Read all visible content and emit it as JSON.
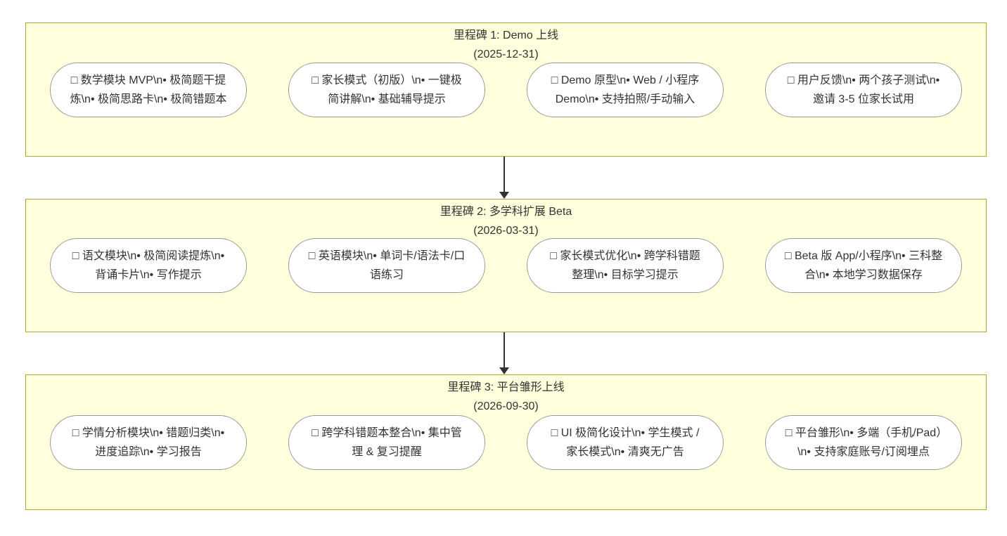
{
  "diagram": {
    "type": "flowchart-milestone-roadmap",
    "colors": {
      "cluster-fill": "#ffffde",
      "cluster-border": "#aaaa33",
      "node-fill": "#ffffff",
      "node-border": "#999999",
      "text": "#333333",
      "arrow": "#333333"
    },
    "milestones": [
      {
        "title": "里程碑 1: Demo 上线",
        "date": "(2025-12-31)",
        "nodes": [
          {
            "text": "□ 数学模块 MVP\\n• 极简题干提炼\\n• 极简思路卡\\n• 极简错题本"
          },
          {
            "text": "□ 家长模式（初版）\\n• 一键极简讲解\\n• 基础辅导提示"
          },
          {
            "text": "□ Demo 原型\\n• Web / 小程序 Demo\\n• 支持拍照/手动输入"
          },
          {
            "text": "□ 用户反馈\\n• 两个孩子测试\\n• 邀请 3-5 位家长试用"
          }
        ]
      },
      {
        "title": "里程碑 2: 多学科扩展 Beta",
        "date": "(2026-03-31)",
        "nodes": [
          {
            "text": "□ 语文模块\\n• 极简阅读提炼\\n• 背诵卡片\\n• 写作提示"
          },
          {
            "text": "□ 英语模块\\n• 单词卡/语法卡/口语练习"
          },
          {
            "text": "□ 家长模式优化\\n• 跨学科错题整理\\n• 目标学习提示"
          },
          {
            "text": "□ Beta 版 App/小程序\\n• 三科整合\\n• 本地学习数据保存"
          }
        ]
      },
      {
        "title": "里程碑 3: 平台雏形上线",
        "date": "(2026-09-30)",
        "nodes": [
          {
            "text": "□ 学情分析模块\\n• 错题归类\\n• 进度追踪\\n• 学习报告"
          },
          {
            "text": "□ 跨学科错题本整合\\n• 集中管理 & 复习提醒"
          },
          {
            "text": "□ UI 极简化设计\\n• 学生模式 / 家长模式\\n• 清爽无广告"
          },
          {
            "text": "□ 平台雏形\\n• 多端（手机/Pad）\\n• 支持家庭账号/订阅埋点"
          }
        ]
      }
    ]
  }
}
